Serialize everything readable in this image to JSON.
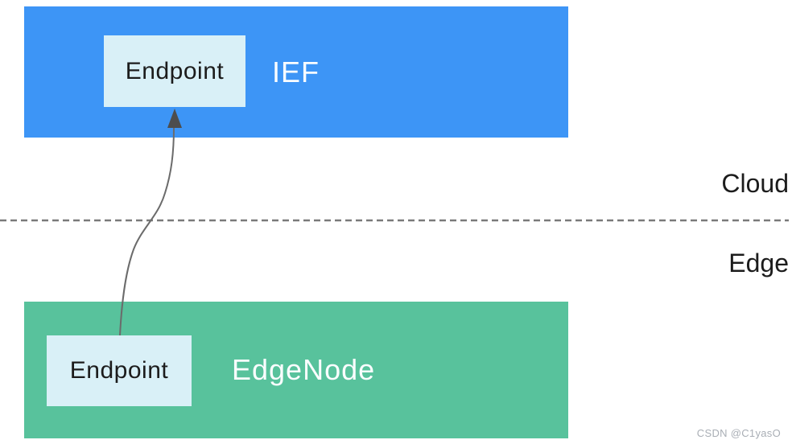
{
  "diagram": {
    "cloud_block": {
      "title": "IEF",
      "endpoint_label": "Endpoint"
    },
    "edge_block": {
      "title": "EdgeNode",
      "endpoint_label": "Endpoint"
    },
    "zone_labels": {
      "cloud": "Cloud",
      "edge": "Edge"
    },
    "connector": {
      "from": "edge-endpoint",
      "to": "cloud-endpoint",
      "style": "curved-arrow"
    },
    "watermark": "CSDN @C1yasO"
  },
  "colors": {
    "cloud_region": "#3d95f6",
    "edge_region": "#58c29c",
    "endpoint_box": "#d9f0f7",
    "divider_line": "#7a7a7a",
    "connector_line": "#6b6b6b",
    "arrowhead": "#4d4d4d",
    "dark_text": "#1c1c1c",
    "light_text": "#fafdff",
    "watermark_text": "#a9aeb5"
  }
}
